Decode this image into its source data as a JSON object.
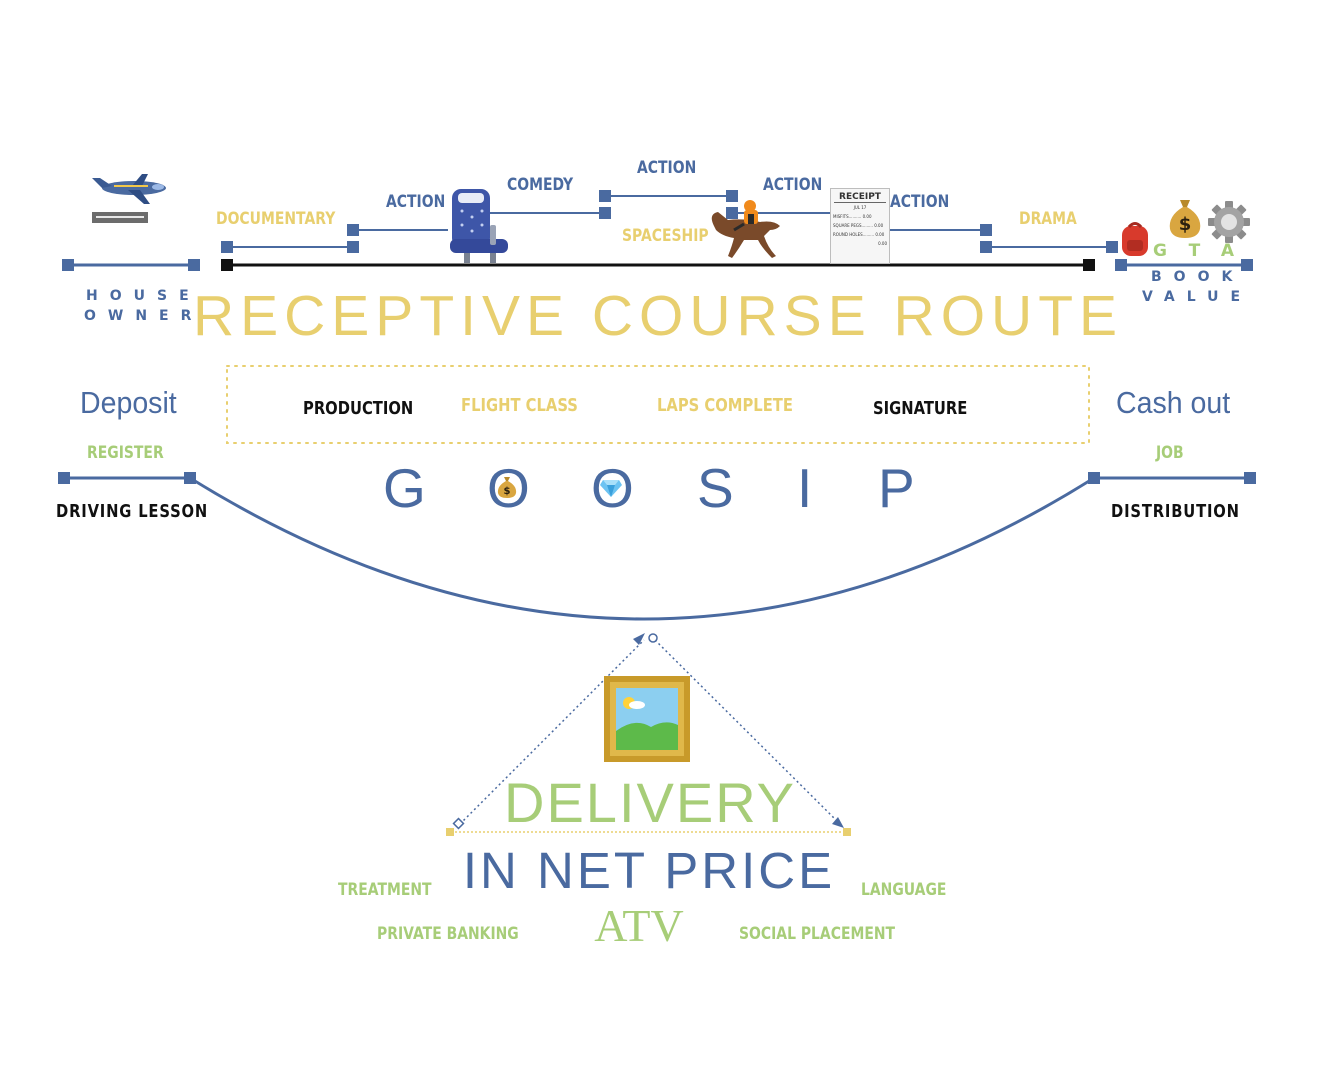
{
  "colors": {
    "primary_blue": "#4a6aa0",
    "accent_yellow": "#e8cf6f",
    "accent_green": "#a7cd78",
    "text_black": "#111111"
  },
  "top_route": {
    "left_labels": {
      "line1": "HOUSE",
      "line2": "OWNER"
    },
    "right_labels": {
      "gta": "GTA",
      "line1": "BOOK",
      "line2": "VALUE"
    },
    "steps": [
      "DOCUMENTARY",
      "ACTION",
      "COMEDY",
      "ACTION",
      "ACTION",
      "ACTION",
      "DRAMA"
    ],
    "spaceship": "SPACESHIP",
    "title": "RECEPTIVE COURSE ROUTE",
    "receipt": {
      "heading": "RECEIPT",
      "date": "JUL 17",
      "lines": [
        "MISFITS.......... 0.00",
        "SQUARE PEGS......... 0.00",
        "ROUND HOLES......... 0.00",
        "0.00"
      ]
    },
    "icons": [
      "airplane-icon",
      "seat-icon",
      "horse-racing-icon",
      "receipt-icon",
      "backpack-icon",
      "money-bag-icon",
      "gear-icon"
    ]
  },
  "middle_box": {
    "items": [
      "PRODUCTION",
      "FLIGHT CLASS",
      "LAPS COMPLETE",
      "SIGNATURE"
    ]
  },
  "left_side": {
    "title": "Deposit",
    "sub": "REGISTER",
    "bottom": "DRIVING LESSON"
  },
  "right_side": {
    "title": "Cash out",
    "sub": "JOB",
    "bottom": "DISTRIBUTION"
  },
  "goosip": {
    "letters": [
      "G",
      "O",
      "O",
      "S",
      "I",
      "P"
    ],
    "icons": [
      "money-bag-icon",
      "gem-icon"
    ]
  },
  "delivery": {
    "picture_icon": "framed-picture-icon",
    "title": "DELIVERY",
    "subtitle": "IN NET PRICE",
    "center": "ATV",
    "left_top": "TREATMENT",
    "left_bottom": "PRIVATE BANKING",
    "right_top": "LANGUAGE",
    "right_bottom": "SOCIAL PLACEMENT"
  }
}
